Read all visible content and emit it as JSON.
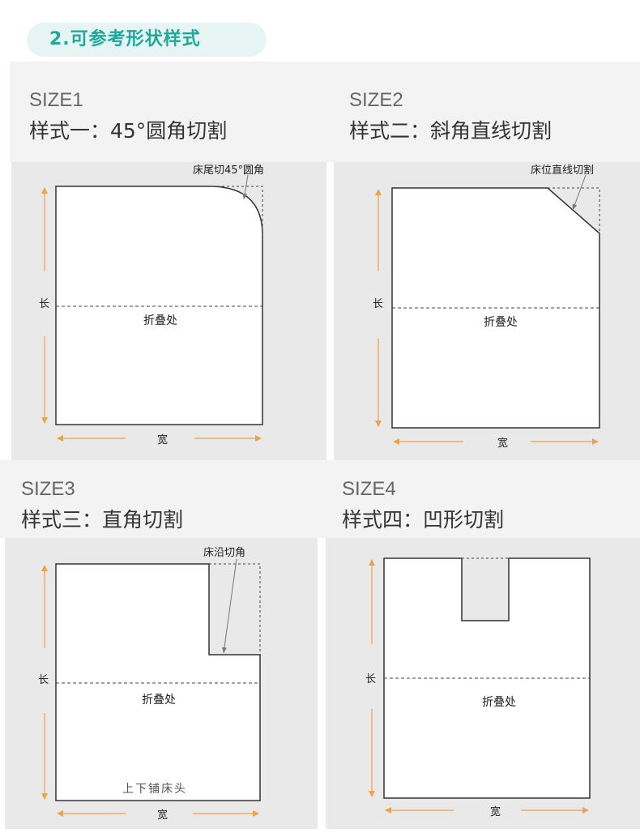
{
  "header": {
    "section_title": "2.可参考形状样式"
  },
  "styles": [
    {
      "code": "SIZE1",
      "title": "样式一：45°圆角切割",
      "annotation": "床尾切45°圆角",
      "length_label": "长",
      "width_label": "宽",
      "fold_label": "折叠处"
    },
    {
      "code": "SIZE2",
      "title": "样式二：斜角直线切割",
      "annotation": "床位直线切割",
      "length_label": "长",
      "width_label": "宽",
      "fold_label": "折叠处"
    },
    {
      "code": "SIZE3",
      "title": "样式三：直角切割",
      "annotation": "床沿切角",
      "length_label": "长",
      "width_label": "宽",
      "fold_label": "折叠处",
      "bottom_label": "上下铺床头"
    },
    {
      "code": "SIZE4",
      "title": "样式四：凹形切割",
      "length_label": "长",
      "width_label": "宽",
      "fold_label": "折叠处"
    }
  ],
  "colors": {
    "accent": "#1fa89c",
    "arrow": "#f0a24a",
    "outline": "#333333"
  }
}
